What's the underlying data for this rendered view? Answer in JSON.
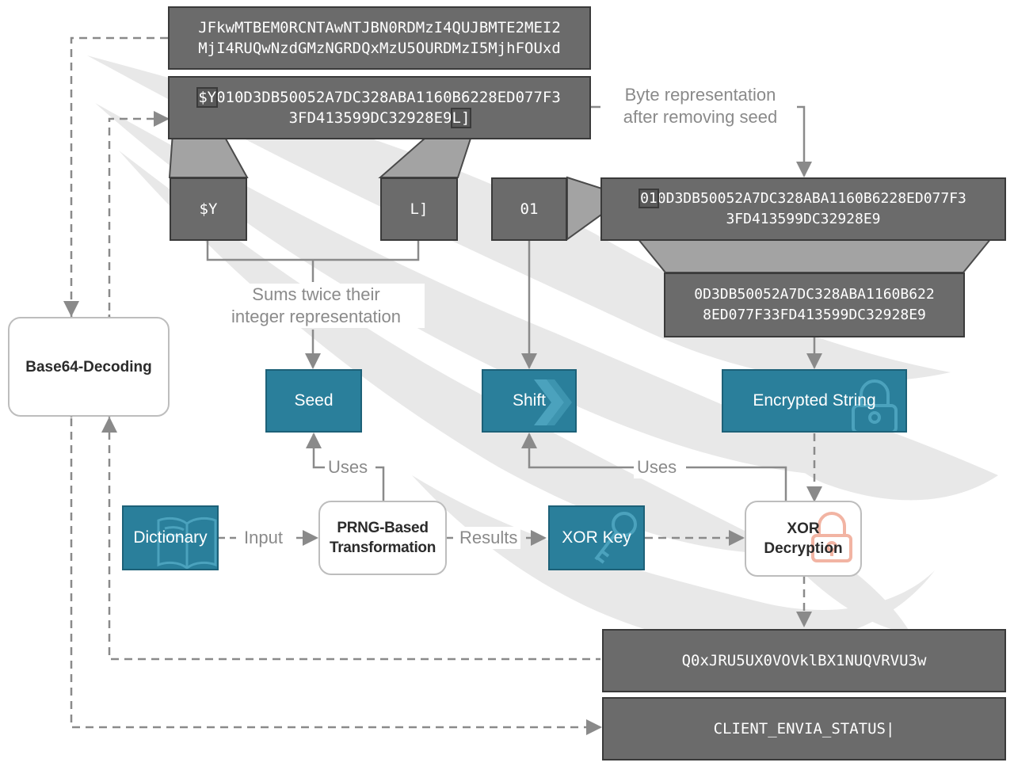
{
  "colors": {
    "dark_box": "#6b6b6b",
    "teal_box": "#2a7f9b",
    "connector": "#8a8a8a",
    "watermark": "#e6e6e6",
    "lock_icon": "#f2b4a3"
  },
  "boxes": {
    "base64_encoded": [
      "JFkwMTBEM0RCNTAwNTJBN0RDMzI4QUJBMTE2MEI2",
      "MjI4RUQwNzdGMzNGRDQxMzU5OURDMzI5MjhFOUxd"
    ],
    "byte_repr_prefix": "$Y",
    "byte_repr_rest_line1": "010D3DB50052A7DC328ABA1160B6228ED077F3",
    "byte_repr_line2": "3FD413599DC32928E9",
    "byte_repr_suffix": "L]",
    "seed_start": "$Y",
    "seed_end": "L]",
    "shift_value": "01",
    "after_seed_prefix": "01",
    "after_seed_rest_line1": "0D3DB50052A7DC328ABA1160B6228ED077F3",
    "after_seed_line2": "3FD413599DC32928E9",
    "encrypted_line1": "0D3DB50052A7DC328ABA1160B622",
    "encrypted_line2": "8ED077F33FD413599DC32928E9",
    "xor_output": "Q0xJRU5UX0VOVklBX1NUQVRVU3w",
    "final_output": "CLIENT_ENVIA_STATUS|"
  },
  "nodes": {
    "base64_decoding": "Base64-Decoding",
    "seed": "Seed",
    "shift": "Shift",
    "encrypted_string": "Encrypted String",
    "dictionary": "Dictionary",
    "prng_line1": "PRNG-Based",
    "prng_line2": "Transformation",
    "xor_key": "XOR Key",
    "xor_dec_line1": "XOR",
    "xor_dec_line2": "Decryption"
  },
  "labels": {
    "byte_note_line1": "Byte representation",
    "byte_note_line2": "after removing seed",
    "sums_line1": "Sums twice their",
    "sums_line2": "integer representation",
    "uses_seed": "Uses",
    "uses_shift": "Uses",
    "input": "Input",
    "results": "Results"
  },
  "icons": {
    "shift": "chevron-right-icon",
    "encrypted_string": "padlock-icon",
    "dictionary": "open-book-icon",
    "xor_key": "key-icon",
    "xor_decryption": "lock-key-icon",
    "background": "raven-watermark"
  }
}
